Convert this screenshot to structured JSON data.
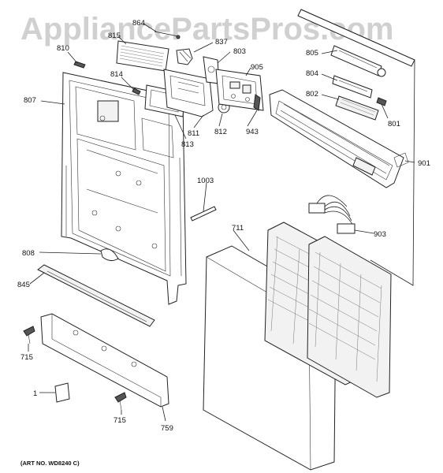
{
  "watermark": "AppliancePartsPros.com",
  "art_number": "(ART NO. WD8240 C)",
  "callouts": {
    "c1": "1",
    "c715a": "715",
    "c715b": "715",
    "c759": "759",
    "c845": "845",
    "c808": "808",
    "c807": "807",
    "c810": "810",
    "c814": "814",
    "c815": "815",
    "c864": "864",
    "c837": "837",
    "c803": "803",
    "c905": "905",
    "c811": "811",
    "c812": "812",
    "c813": "813",
    "c943": "943",
    "c1003": "1003",
    "c805": "805",
    "c804": "804",
    "c802": "802",
    "c801": "801",
    "c901": "901",
    "c903": "903",
    "c711": "711"
  }
}
